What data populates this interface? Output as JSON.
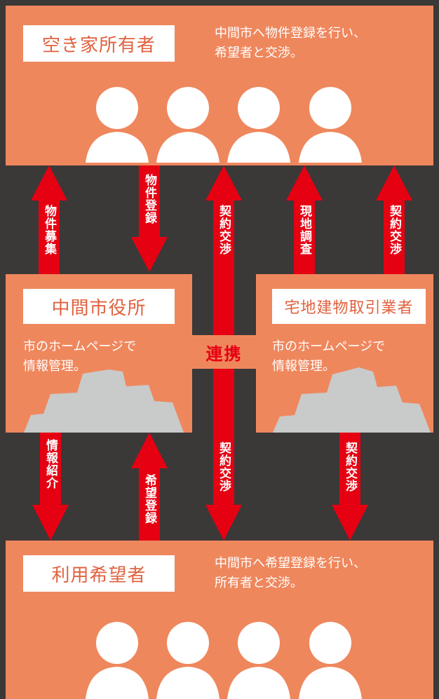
{
  "owners": {
    "title": "空き家所有者",
    "description": "中間市へ物件登録を行い、\n希望者と交渉。"
  },
  "city_office": {
    "title": "中間市役所",
    "description": "市のホームページで\n情報管理。"
  },
  "realtor": {
    "title": "宅地建物取引業者",
    "description": "市のホームページで\n情報管理。"
  },
  "applicants": {
    "title": "利用希望者",
    "description": "中間市へ希望登録を行い、\n所有者と交渉。"
  },
  "collaboration": "連携",
  "arrows": {
    "property_recruitment": "物件募集",
    "property_registration": "物件登録",
    "contract_negotiation_center": "契約交渉",
    "site_survey": "現地調査",
    "contract_negotiation_realtor": "契約交渉",
    "info_introduction": "情報紹介",
    "desire_registration": "希望登録",
    "contract_negotiation_center_lower": "契約交渉",
    "contract_negotiation_realtor_lower": "契約交渉"
  },
  "colors": {
    "background": "#3b3838",
    "panel": "#ef875d",
    "arrow": "#e50012",
    "label_text": "#e0623f",
    "building": "#c9caca"
  }
}
